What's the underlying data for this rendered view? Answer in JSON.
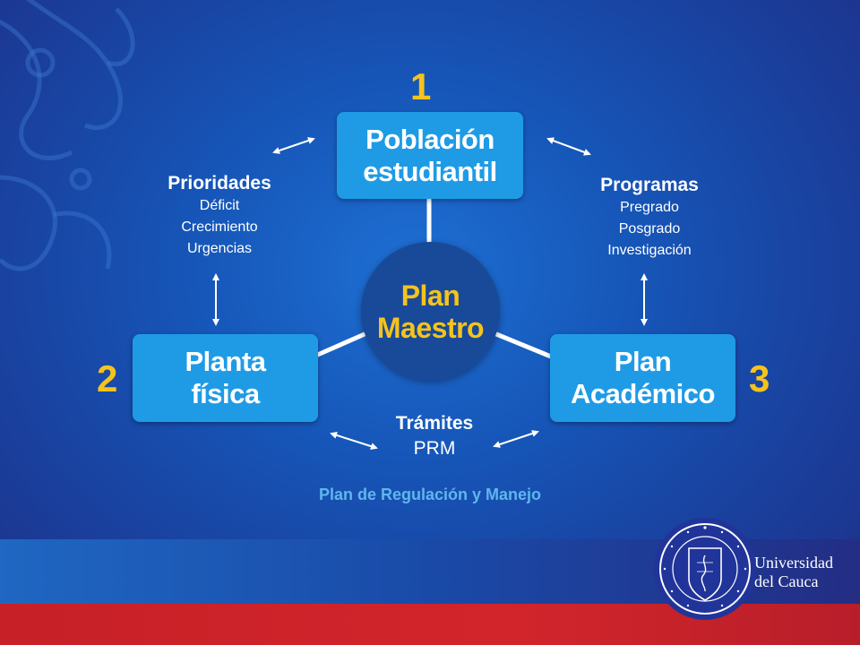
{
  "slide": {
    "colors": {
      "background": "#1656b8",
      "box": "#1f9be6",
      "circle": "#184a99",
      "accent_yellow": "#f5c31c",
      "band_blue": "#1a4aa8",
      "band_red": "#d2252b",
      "subtitle": "#5fb6ee"
    }
  },
  "diagram": {
    "center": {
      "label": "Plan\nMaestro"
    },
    "nodes": {
      "poblacion": {
        "number": "1",
        "label": "Población\nestudiantil"
      },
      "planta": {
        "number": "2",
        "label": "Planta\nfísica"
      },
      "academico": {
        "number": "3",
        "label": "Plan\nAcadémico"
      }
    },
    "prioridades": {
      "title": "Prioridades",
      "items": [
        "Déficit",
        "Crecimiento",
        "Urgencias"
      ]
    },
    "programas": {
      "title": "Programas",
      "items": [
        "Pregrado",
        "Posgrado",
        "Investigación"
      ]
    },
    "tramites": {
      "title": "Trámites",
      "value": "PRM"
    },
    "footer_note": "Plan de Regulación y Manejo"
  },
  "branding": {
    "university_name": "Universidad\ndel Cauca",
    "seal_icon": "university-seal-icon"
  }
}
